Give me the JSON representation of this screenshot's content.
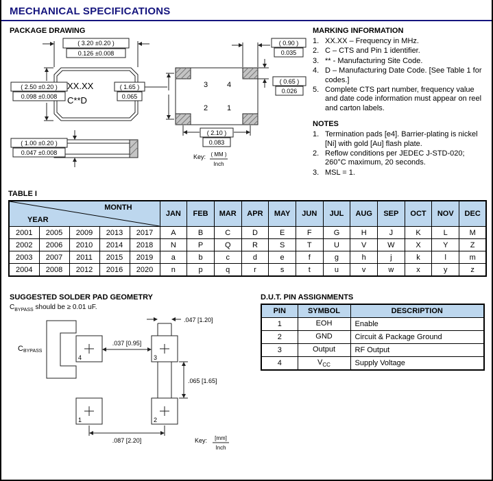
{
  "page": {
    "title": "MECHANICAL SPECIFICATIONS"
  },
  "package_drawing": {
    "heading": "PACKAGE DRAWING",
    "marking_line1": "XX.XX",
    "marking_line2": "C**D",
    "dims": {
      "width_mm": "( 3.20 ±0.20 )",
      "width_in": "0.126 ±0.008",
      "height_mm": "( 2.50 ±0.20 )",
      "height_in": "0.098 ±0.008",
      "thick_mm": "( 1.00 ±0.20 )",
      "thick_in": "0.047 ±0.008",
      "pad_w_mm": "( 0.90 )",
      "pad_w_in": "0.035",
      "pad_h_mm": "( 0.65 )",
      "pad_h_in": "0.026",
      "pitch_y_mm": "( 1.65 )",
      "pitch_y_in": "0.065",
      "pitch_x_mm": "( 2.10 )",
      "pitch_x_in": "0.083"
    },
    "pins": {
      "p1": "1",
      "p2": "2",
      "p3": "3",
      "p4": "4"
    },
    "key": {
      "label": "Key:",
      "top": "( MM )",
      "bottom": "Inch"
    }
  },
  "marking_information": {
    "heading": "MARKING INFORMATION",
    "items": [
      {
        "num": "1.",
        "text": "XX.XX – Frequency in MHz."
      },
      {
        "num": "2.",
        "text": "C – CTS and Pin 1 identifier."
      },
      {
        "num": "3.",
        "text": "** - Manufacturing Site Code."
      },
      {
        "num": "4.",
        "text": "D – Manufacturing Date Code. [See Table 1 for codes.]"
      },
      {
        "num": "5.",
        "text": "Complete CTS part number, frequency value and date code information must appear on reel and carton labels."
      }
    ]
  },
  "notes": {
    "heading": "NOTES",
    "items": [
      {
        "num": "1.",
        "text": "Termination pads [e4].  Barrier-plating is nickel [Ni] with gold [Au] flash plate."
      },
      {
        "num": "2.",
        "text": "Reflow conditions per JEDEC J-STD-020; 260°C maximum, 20 seconds."
      },
      {
        "num": "3.",
        "text": "MSL = 1."
      }
    ]
  },
  "table1": {
    "heading": "TABLE I",
    "corner": {
      "month": "MONTH",
      "year": "YEAR"
    },
    "months": [
      "JAN",
      "FEB",
      "MAR",
      "APR",
      "MAY",
      "JUN",
      "JUL",
      "AUG",
      "SEP",
      "OCT",
      "NOV",
      "DEC"
    ],
    "rows": [
      {
        "years": [
          "2001",
          "2005",
          "2009",
          "2013",
          "2017"
        ],
        "codes": [
          "A",
          "B",
          "C",
          "D",
          "E",
          "F",
          "G",
          "H",
          "J",
          "K",
          "L",
          "M"
        ]
      },
      {
        "years": [
          "2002",
          "2006",
          "2010",
          "2014",
          "2018"
        ],
        "codes": [
          "N",
          "P",
          "Q",
          "R",
          "S",
          "T",
          "U",
          "V",
          "W",
          "X",
          "Y",
          "Z"
        ]
      },
      {
        "years": [
          "2003",
          "2007",
          "2011",
          "2015",
          "2019"
        ],
        "codes": [
          "a",
          "b",
          "c",
          "d",
          "e",
          "f",
          "g",
          "h",
          "j",
          "k",
          "l",
          "m"
        ]
      },
      {
        "years": [
          "2004",
          "2008",
          "2012",
          "2016",
          "2020"
        ],
        "codes": [
          "n",
          "p",
          "q",
          "r",
          "s",
          "t",
          "u",
          "v",
          "w",
          "x",
          "y",
          "z"
        ]
      }
    ]
  },
  "solder": {
    "heading": "SUGGESTED SOLDER PAD GEOMETRY",
    "note_main": "C",
    "note_sub": "BYPASS",
    "note_rest": " should be ≥ 0.01 uF.",
    "cap_main": "C",
    "cap_sub": "BYPASS",
    "dims": {
      "d1": ".047 [1.20]",
      "d2": ".037 [0.95]",
      "d3": ".065 [1.65]",
      "d4": ".087 [2.20]"
    },
    "pads": {
      "p1": "1",
      "p2": "2",
      "p3": "3",
      "p4": "4"
    },
    "key": {
      "label": "Key:",
      "top": "[mm]",
      "bottom": "Inch"
    }
  },
  "dut": {
    "heading": "D.U.T. PIN ASSIGNMENTS",
    "headers": [
      "PIN",
      "SYMBOL",
      "DESCRIPTION"
    ],
    "rows": [
      {
        "pin": "1",
        "symbol": "EOH",
        "symbol_sub": "",
        "desc": "Enable"
      },
      {
        "pin": "2",
        "symbol": "GND",
        "symbol_sub": "",
        "desc": "Circuit & Package Ground"
      },
      {
        "pin": "3",
        "symbol": "Output",
        "symbol_sub": "",
        "desc": "RF Output"
      },
      {
        "pin": "4",
        "symbol": "V",
        "symbol_sub": "CC",
        "desc": "Supply Voltage"
      }
    ]
  }
}
